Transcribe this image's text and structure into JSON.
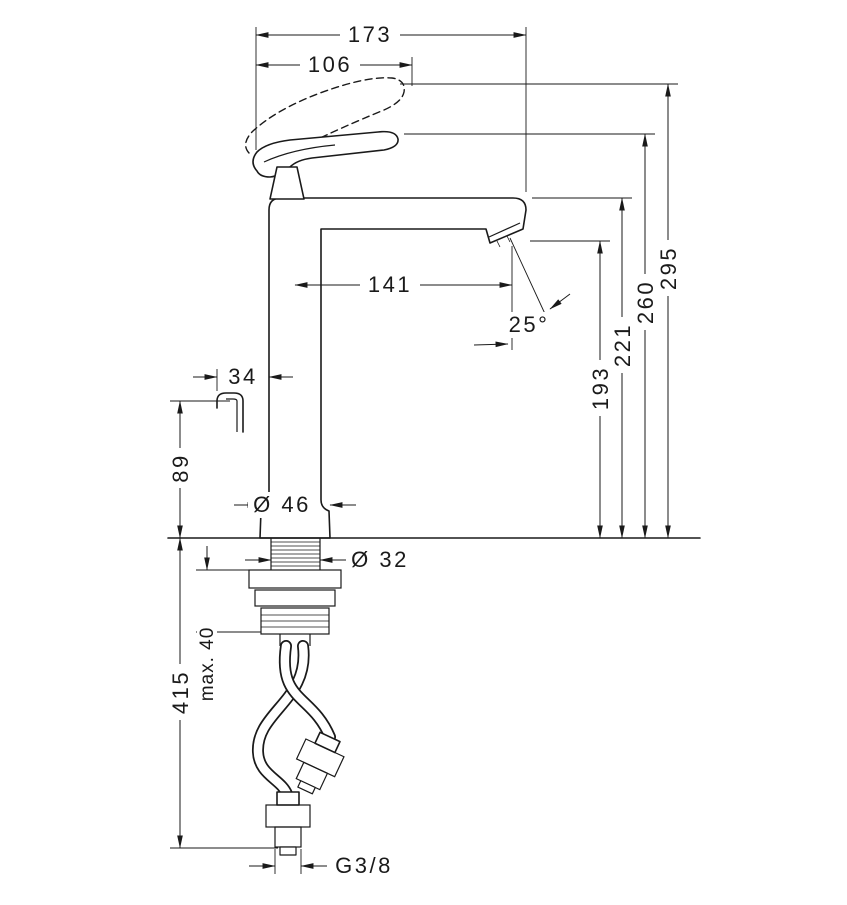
{
  "drawing": {
    "background": "#ffffff",
    "line_color": "#1a1a1a",
    "dimensions": {
      "total_width": "173",
      "handle_width": "106",
      "spout_reach": "141",
      "spout_angle": "25°",
      "body_offset": "34",
      "side_height": "89",
      "base_diameter": "Ø 46",
      "hole_diameter": "Ø 32",
      "max_mounting_thickness": "max. 40",
      "hose_length": "415",
      "spout_outlet_height": "193",
      "spout_top_height": "221",
      "handle_height": "260",
      "total_height_open": "295",
      "connection_thread": "G3/8"
    }
  }
}
